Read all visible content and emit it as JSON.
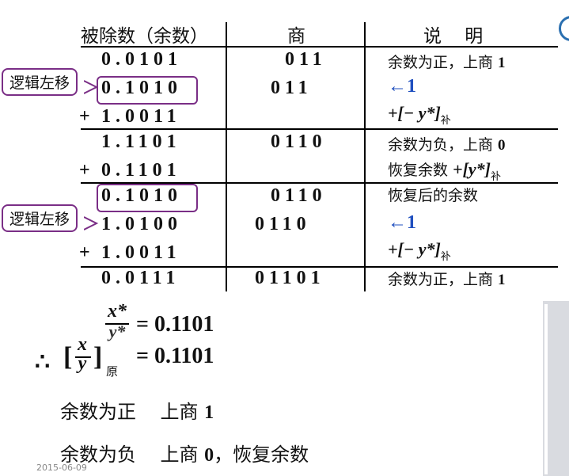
{
  "header": {
    "dividend": "被除数（余数）",
    "quotient": "商",
    "note": "说    明"
  },
  "rows": [
    {
      "dividend": "0.0101",
      "quotient": "011",
      "note": "余数为正，上商 ",
      "note_num": "1"
    },
    {
      "dividend": "0.1010",
      "quotient": "011",
      "note_arrow": "←1"
    },
    {
      "op": "+",
      "dividend": "1.0011",
      "note_formula": "+[− y*]",
      "note_sub": "补"
    },
    {
      "dividend": "1.1101",
      "quotient": "0110",
      "note": "余数为负，上商 ",
      "note_num": "0"
    },
    {
      "op": "+",
      "dividend": "0.1101",
      "note": "恢复余数 ",
      "note_formula": "+[y*]",
      "note_sub": "补"
    },
    {
      "dividend": "0.1010",
      "quotient": "0110",
      "note": "恢复后的余数"
    },
    {
      "dividend": "1.0100",
      "quotient": "0110",
      "note_arrow": "←1"
    },
    {
      "op": "+",
      "dividend": "1.0011",
      "note_formula": "+[− y*]",
      "note_sub": "补"
    },
    {
      "dividend": "0.0111",
      "quotient": "01101",
      "note": "余数为正，上商 ",
      "note_num": "1"
    }
  ],
  "tags": {
    "shift1": "逻辑左移",
    "shift2": "逻辑左移"
  },
  "result": {
    "frac_num": "x*",
    "frac_den": "y*",
    "frac_value": "= 0.1101",
    "therefore": "∴",
    "bracket_num": "x",
    "bracket_den": "y",
    "bracket_sub": "原",
    "bracket_value": "= 0.1101"
  },
  "rules": {
    "rule1_text": "余数为正    上商 ",
    "rule1_num": "1",
    "rule2_text": "余数为负    上商 ",
    "rule2_num": "0",
    "rule2_tail": "，恢复余数"
  },
  "footer": {
    "date": "2015-06-09"
  },
  "colors": {
    "tag_border": "#7a2e86",
    "arrow_blue": "#1f4fbf"
  }
}
